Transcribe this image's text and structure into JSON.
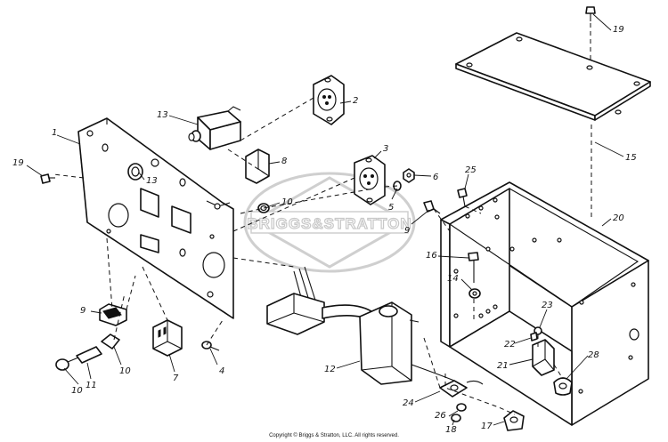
{
  "watermark_text": "BRIGGS&STRATTON",
  "copyright": "Copyright © Briggs & Stratton, LLC. All rights reserved.",
  "callouts": {
    "c1": "1",
    "c2": "2",
    "c3": "3",
    "c4": "4",
    "c5": "5",
    "c6": "6",
    "c7": "7",
    "c8": "8",
    "c9a": "9",
    "c9b": "9",
    "c10a": "10",
    "c10b": "10",
    "c10c": "10",
    "c11": "11",
    "c12": "12",
    "c13a": "13",
    "c13b": "13",
    "c14": "14",
    "c15": "15",
    "c16": "16",
    "c17": "17",
    "c18": "18",
    "c19a": "19",
    "c19b": "19",
    "c20": "20",
    "c21": "21",
    "c22": "22",
    "c23": "23",
    "c24": "24",
    "c25": "25",
    "c26": "26",
    "c28": "28"
  }
}
